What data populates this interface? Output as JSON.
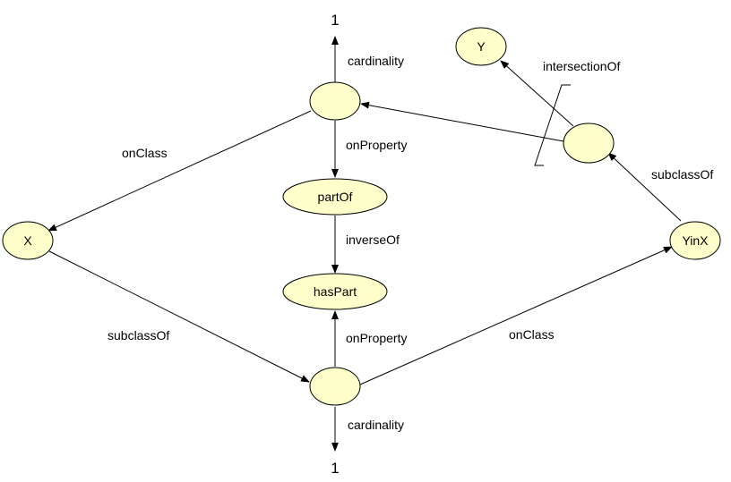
{
  "diagram": {
    "node_fill": "#ffffcc",
    "stroke_color": "#000000",
    "nodes": {
      "restriction_top": {
        "label": ""
      },
      "restriction_bottom": {
        "label": ""
      },
      "intersection_node": {
        "label": ""
      },
      "y": {
        "label": "Y"
      },
      "x": {
        "label": "X"
      },
      "yinx": {
        "label": "YinX"
      },
      "partof": {
        "label": "partOf"
      },
      "haspart": {
        "label": "hasPart"
      }
    },
    "edges": {
      "cardinality_top": "cardinality",
      "cardinality_bottom": "cardinality",
      "onproperty_top": "onProperty",
      "onproperty_bottom": "onProperty",
      "inverseof": "inverseOf",
      "onclass_left": "onClass",
      "onclass_right": "onClass",
      "subclassof_left": "subclassOf",
      "subclassof_right": "subclassOf",
      "intersectionof": "intersectionOf"
    },
    "values": {
      "cardinality_top": "1",
      "cardinality_bottom": "1"
    }
  }
}
